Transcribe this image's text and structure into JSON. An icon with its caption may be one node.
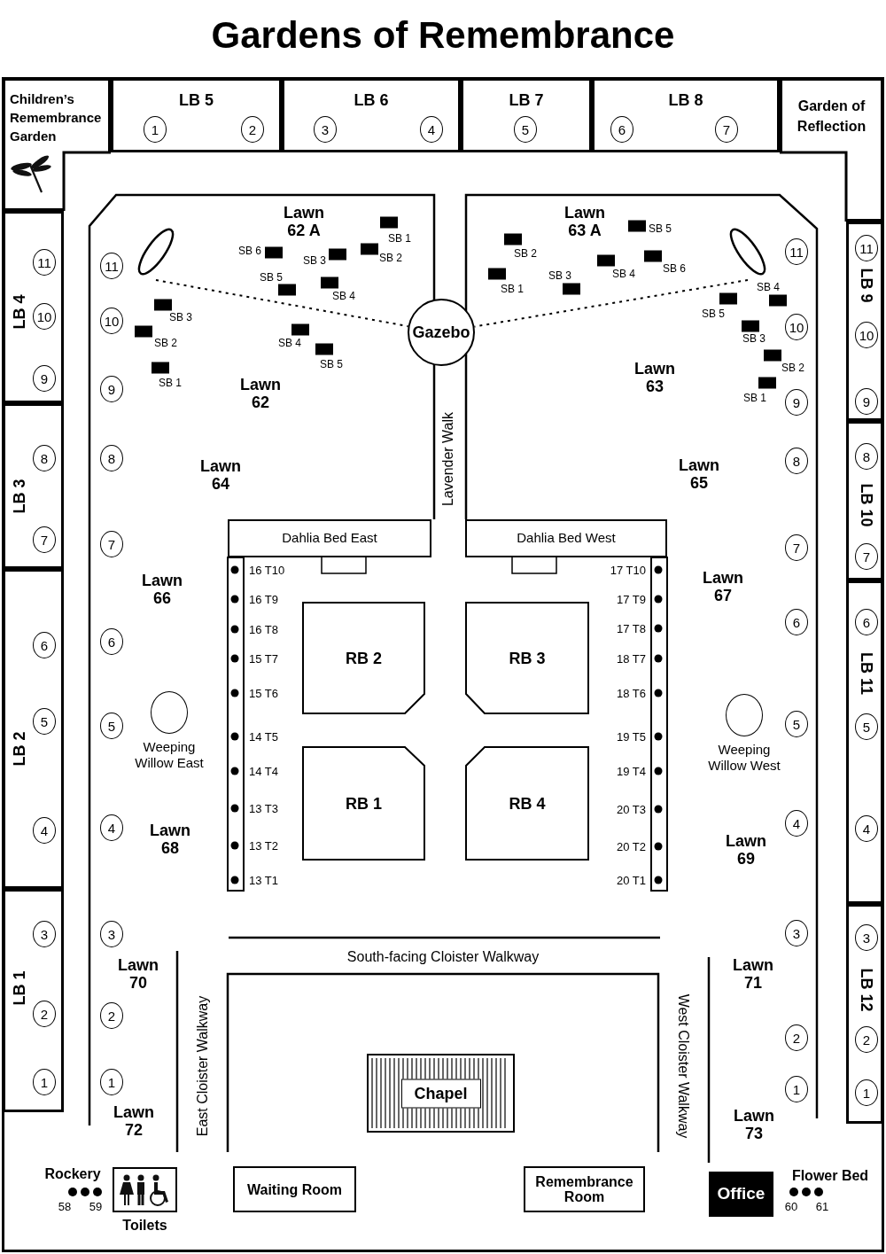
{
  "diagram": {
    "title": "Gardens of Remembrance",
    "nodes": [
      {
        "text": [
          "Children’s Remembrance Garden"
        ]
      },
      {
        "text": [
          "LB 5"
        ]
      },
      {
        "text": [
          "1"
        ],
        "in": 1
      },
      {
        "text": [
          "2"
        ],
        "in": 1
      },
      {
        "text": [
          "LB 6"
        ]
      },
      {
        "text": [
          "3"
        ],
        "in": 4
      },
      {
        "text": [
          "4"
        ],
        "in": 4
      },
      {
        "text": [
          "LB 7"
        ]
      },
      {
        "text": [
          "5"
        ],
        "in": 7
      },
      {
        "text": [
          "LB 8"
        ]
      },
      {
        "text": [
          "6"
        ],
        "in": 9
      },
      {
        "text": [
          "7"
        ],
        "in": 9
      },
      {
        "text": [
          "Garden of Reflection"
        ]
      },
      {
        "text": [
          "LB 4"
        ]
      },
      {
        "text": [
          "11"
        ],
        "in": 13
      },
      {
        "text": [
          "10"
        ],
        "in": 13
      },
      {
        "text": [
          "9"
        ],
        "in": 13
      },
      {
        "text": [
          "LB 3"
        ]
      },
      {
        "text": [
          "8"
        ],
        "in": 17
      },
      {
        "text": [
          "7"
        ],
        "in": 17
      },
      {
        "text": [
          "LB 2"
        ]
      },
      {
        "text": [
          "6"
        ],
        "in": 20
      },
      {
        "text": [
          "5"
        ],
        "in": 20
      },
      {
        "text": [
          "4"
        ],
        "in": 20
      },
      {
        "text": [
          "LB 1"
        ]
      },
      {
        "text": [
          "3"
        ],
        "in": 24
      },
      {
        "text": [
          "2"
        ],
        "in": 24
      },
      {
        "text": [
          "1"
        ],
        "in": 24
      },
      {
        "text": [
          "LB 9"
        ]
      },
      {
        "text": [
          "11"
        ],
        "in": 28
      },
      {
        "text": [
          "10"
        ],
        "in": 28
      },
      {
        "text": [
          "9"
        ],
        "in": 28
      },
      {
        "text": [
          "LB 10"
        ]
      },
      {
        "text": [
          "8"
        ],
        "in": 32
      },
      {
        "text": [
          "7"
        ],
        "in": 32
      },
      {
        "text": [
          "LB 11"
        ]
      },
      {
        "text": [
          "6"
        ],
        "in": 35
      },
      {
        "text": [
          "5"
        ],
        "in": 35
      },
      {
        "text": [
          "4"
        ],
        "in": 35
      },
      {
        "text": [
          "LB 12"
        ]
      },
      {
        "text": [
          "3"
        ],
        "in": 39
      },
      {
        "text": [
          "2"
        ],
        "in": 39
      },
      {
        "text": [
          "1"
        ],
        "in": 39
      },
      {
        "text": [
          "11"
        ]
      },
      {
        "text": [
          "10"
        ]
      },
      {
        "text": [
          "9"
        ]
      },
      {
        "text": [
          "8"
        ]
      },
      {
        "text": [
          "7"
        ]
      },
      {
        "text": [
          "6"
        ]
      },
      {
        "text": [
          "5"
        ]
      },
      {
        "text": [
          "4"
        ]
      },
      {
        "text": [
          "3"
        ]
      },
      {
        "text": [
          "2"
        ]
      },
      {
        "text": [
          "1"
        ]
      },
      {
        "text": [
          "11"
        ]
      },
      {
        "text": [
          "10"
        ]
      },
      {
        "text": [
          "9"
        ]
      },
      {
        "text": [
          "8"
        ]
      },
      {
        "text": [
          "7"
        ]
      },
      {
        "text": [
          "6"
        ]
      },
      {
        "text": [
          "5"
        ]
      },
      {
        "text": [
          "4"
        ]
      },
      {
        "text": [
          "3"
        ]
      },
      {
        "text": [
          "2"
        ]
      },
      {
        "text": [
          "1"
        ]
      },
      {
        "text": [],
        "shape": "oval"
      },
      {
        "text": [
          "Gazebo"
        ]
      },
      {
        "text": [],
        "shape": "oval"
      },
      {
        "text": [
          "Dahlia Bed East"
        ]
      },
      {
        "text": [
          "Dahlia Bed West"
        ]
      },
      {
        "text": [
          "RB 2"
        ]
      },
      {
        "text": [
          "RB 3"
        ]
      },
      {
        "text": [
          "RB 1"
        ]
      },
      {
        "text": [
          "RB 4"
        ]
      },
      {
        "text": [
          "Weeping Willow East"
        ]
      },
      {
        "text": [
          "Weeping Willow West"
        ]
      },
      {
        "text": [
          "Chapel"
        ]
      },
      {
        "text": [
          "Toilets"
        ]
      },
      {
        "text": [
          "Waiting Room"
        ]
      },
      {
        "text": [
          "Remembrance Room"
        ]
      },
      {
        "text": [
          "Office"
        ]
      }
    ],
    "edges": [
      {
        "from": 65,
        "to": 66,
        "arrow": "none",
        "style": "dashed"
      },
      {
        "from": 67,
        "to": 66,
        "arrow": "none",
        "style": "dashed"
      }
    ],
    "labels": [
      "Lawn 62 A",
      "SB 1",
      "SB 6",
      "SB 3",
      "SB 2",
      "SB 5",
      "SB 4",
      "Lawn 63 A",
      "SB 5",
      "SB 2",
      "SB 6",
      "SB 3",
      "SB 4",
      "SB 1",
      "SB 3",
      "SB 2",
      "SB 4",
      "SB 5",
      "SB 1",
      "SB 4",
      "SB 5",
      "SB 3",
      "SB 2",
      "SB 1",
      "Lawn 63",
      "Lawn 62",
      "Lavender Walk",
      "Lawn 64",
      "Lawn 65",
      "Lawn 66",
      "Lawn 67",
      "16 T10",
      "16 T9",
      "16 T8",
      "15 T7",
      "15 T6",
      "14 T5",
      "14 T4",
      "13 T3",
      "13 T2",
      "13 T1",
      "17 T10",
      "17 T9",
      "17 T8",
      "18 T7",
      "18 T6",
      "19 T5",
      "19 T4",
      "20 T3",
      "20 T2",
      "20 T1",
      "Lawn 68",
      "Lawn 69",
      "South-facing Cloister Walkway",
      "Lawn 70",
      "Lawn 71",
      "East Cloister Walkway",
      "West Cloister Walkway",
      "Lawn 72",
      "Lawn 73",
      "Rockery",
      "58",
      "59",
      "Flower Bed",
      "60",
      "61"
    ]
  }
}
